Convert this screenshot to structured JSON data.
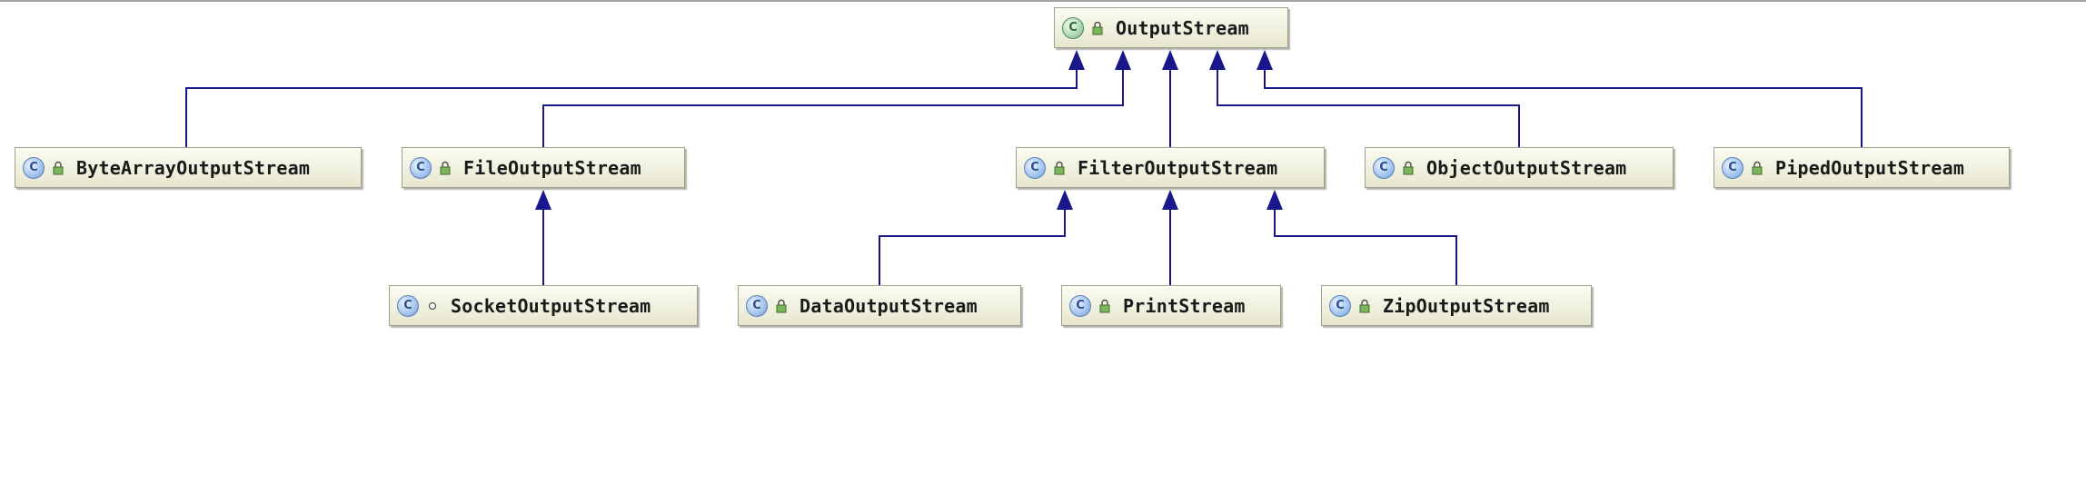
{
  "diagram": {
    "nodes": [
      {
        "id": "OutputStream",
        "label": "OutputStream",
        "kind": "abstract-class",
        "visibility": "public"
      },
      {
        "id": "ByteArrayOutputStream",
        "label": "ByteArrayOutputStream",
        "kind": "class",
        "visibility": "public"
      },
      {
        "id": "FileOutputStream",
        "label": "FileOutputStream",
        "kind": "class",
        "visibility": "public"
      },
      {
        "id": "FilterOutputStream",
        "label": "FilterOutputStream",
        "kind": "class",
        "visibility": "public"
      },
      {
        "id": "ObjectOutputStream",
        "label": "ObjectOutputStream",
        "kind": "class",
        "visibility": "public"
      },
      {
        "id": "PipedOutputStream",
        "label": "PipedOutputStream",
        "kind": "class",
        "visibility": "public"
      },
      {
        "id": "SocketOutputStream",
        "label": "SocketOutputStream",
        "kind": "class",
        "visibility": "package-private"
      },
      {
        "id": "DataOutputStream",
        "label": "DataOutputStream",
        "kind": "class",
        "visibility": "public"
      },
      {
        "id": "PrintStream",
        "label": "PrintStream",
        "kind": "class",
        "visibility": "public"
      },
      {
        "id": "ZipOutputStream",
        "label": "ZipOutputStream",
        "kind": "class",
        "visibility": "public"
      }
    ],
    "edges": [
      {
        "child": "ByteArrayOutputStream",
        "parent": "OutputStream",
        "type": "extends"
      },
      {
        "child": "FileOutputStream",
        "parent": "OutputStream",
        "type": "extends"
      },
      {
        "child": "FilterOutputStream",
        "parent": "OutputStream",
        "type": "extends"
      },
      {
        "child": "ObjectOutputStream",
        "parent": "OutputStream",
        "type": "extends"
      },
      {
        "child": "PipedOutputStream",
        "parent": "OutputStream",
        "type": "extends"
      },
      {
        "child": "SocketOutputStream",
        "parent": "FileOutputStream",
        "type": "extends"
      },
      {
        "child": "DataOutputStream",
        "parent": "FilterOutputStream",
        "type": "extends"
      },
      {
        "child": "PrintStream",
        "parent": "FilterOutputStream",
        "type": "extends"
      },
      {
        "child": "ZipOutputStream",
        "parent": "FilterOutputStream",
        "type": "extends"
      }
    ],
    "colors": {
      "edge": "#18188c",
      "node_fill_top": "#fbfbf2",
      "node_fill_bottom": "#e7e7cf",
      "node_border": "#9f9f8a",
      "class_icon": "#9cc0ec",
      "abstract_icon": "#a7d2b0"
    },
    "icons": {
      "class": "class-icon",
      "abstract-class": "abstract-class-icon",
      "public": "public-lock-icon",
      "package-private": "package-private-dot-icon"
    }
  }
}
